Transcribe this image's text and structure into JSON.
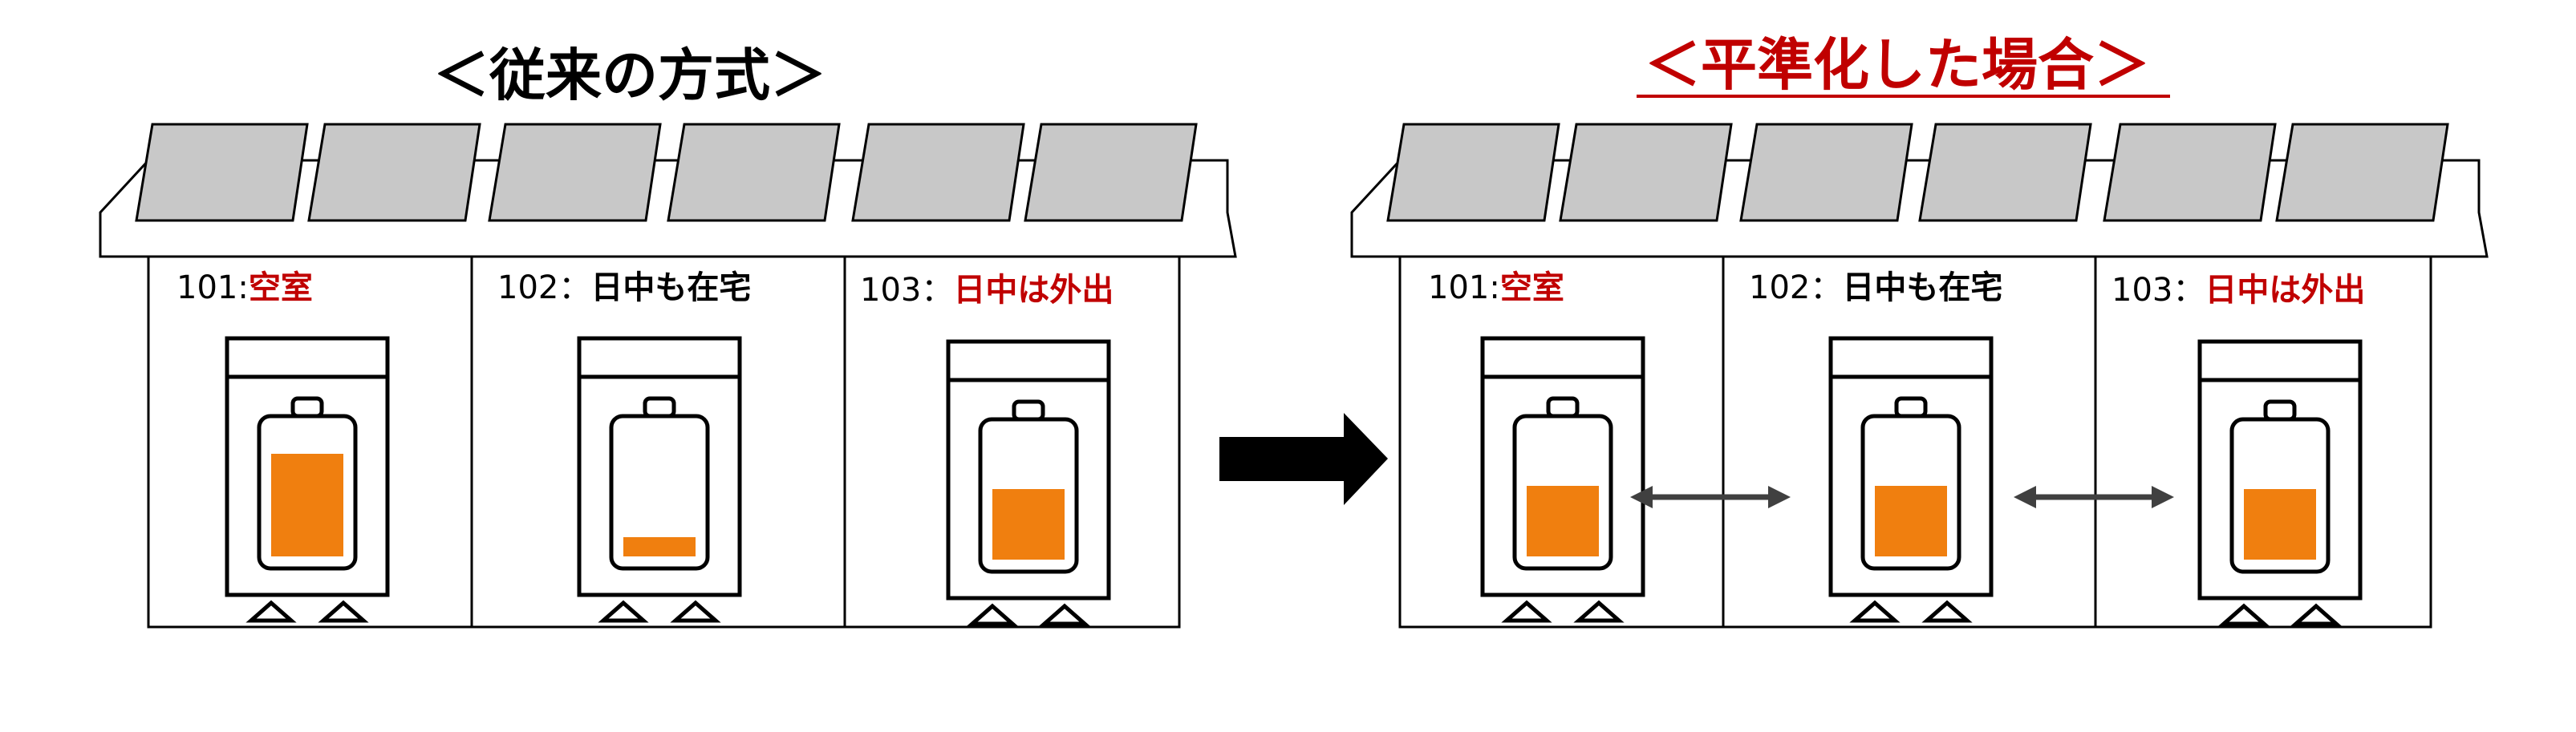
{
  "colors": {
    "accent_red": "#c00000",
    "battery_fill": "#f07f0f",
    "panel_fill": "#c8c8c8",
    "line": "#000000",
    "arrow_gray": "#404040"
  },
  "left": {
    "title": "＜従来の方式＞",
    "rooms": [
      {
        "number": "101:",
        "status": "空室",
        "status_color": "#c00000",
        "charge_level": 0.8
      },
      {
        "number": "102：",
        "status": "日中も在宅",
        "status_color": "#000000",
        "charge_level": 0.15
      },
      {
        "number": "103：",
        "status": "日中は外出",
        "status_color": "#c00000",
        "charge_level": 0.55
      }
    ]
  },
  "right": {
    "title": "＜平準化した場合＞",
    "rooms": [
      {
        "number": "101:",
        "status": "空室",
        "status_color": "#c00000",
        "charge_level": 0.55
      },
      {
        "number": "102：",
        "status": "日中も在宅",
        "status_color": "#000000",
        "charge_level": 0.55
      },
      {
        "number": "103：",
        "status": "日中は外出",
        "status_color": "#c00000",
        "charge_level": 0.55
      }
    ]
  },
  "icons": {
    "transition_arrow": "right-arrow-icon",
    "exchange_arrow": "double-arrow-icon",
    "battery": "battery-icon",
    "solar_panel": "solar-panel-icon"
  }
}
